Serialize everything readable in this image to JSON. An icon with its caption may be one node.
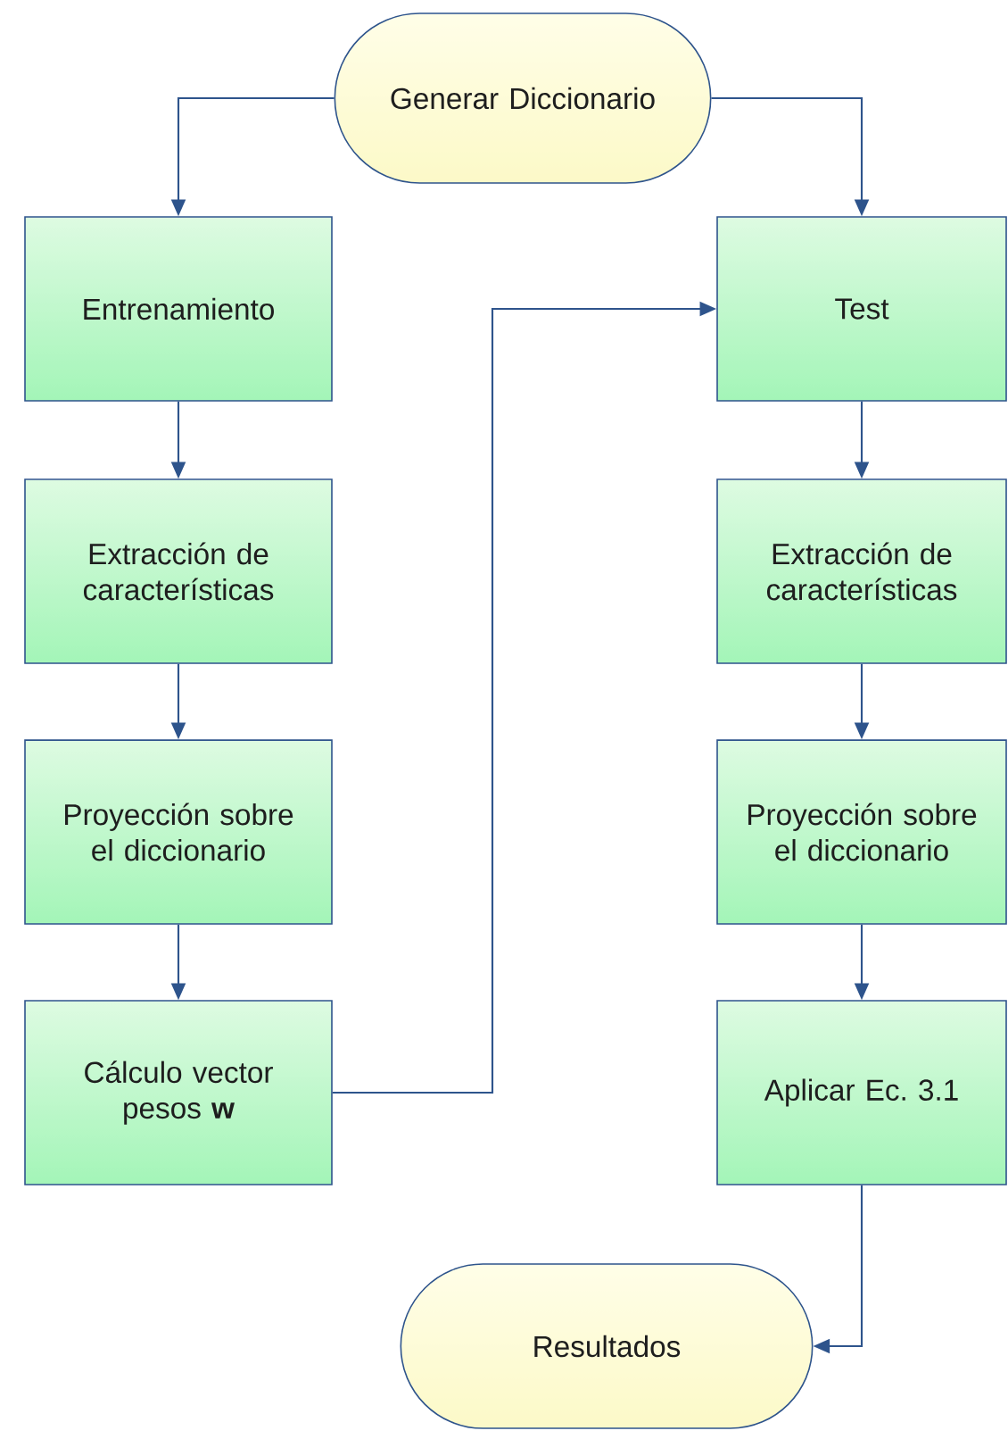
{
  "diagram": {
    "nodes": [
      {
        "text": [
          "Generar Diccionario"
        ]
      },
      {
        "text": [
          "Entrenamiento"
        ]
      },
      {
        "text": [
          "Extracción de características"
        ]
      },
      {
        "text": [
          "Proyección sobre el diccionario"
        ]
      },
      {
        "text": [
          "Cálculo vector pesos **w**"
        ]
      },
      {
        "text": [
          "Test"
        ]
      },
      {
        "text": [
          "Extracción de características"
        ]
      },
      {
        "text": [
          "Proyección sobre el diccionario"
        ]
      },
      {
        "text": [
          "Aplicar Ec. 3.1"
        ]
      },
      {
        "text": [
          "Resultados"
        ]
      }
    ],
    "edges": [
      {
        "from": 0,
        "to": 1,
        "arrow": "to"
      },
      {
        "from": 0,
        "to": 5,
        "arrow": "to"
      },
      {
        "from": 1,
        "to": 2,
        "arrow": "to"
      },
      {
        "from": 2,
        "to": 3,
        "arrow": "to"
      },
      {
        "from": 3,
        "to": 4,
        "arrow": "to"
      },
      {
        "from": 4,
        "to": 5,
        "arrow": "to"
      },
      {
        "from": 5,
        "to": 6,
        "arrow": "to"
      },
      {
        "from": 6,
        "to": 7,
        "arrow": "to"
      },
      {
        "from": 7,
        "to": 8,
        "arrow": "to"
      },
      {
        "from": 8,
        "to": 9,
        "arrow": "to"
      }
    ]
  }
}
